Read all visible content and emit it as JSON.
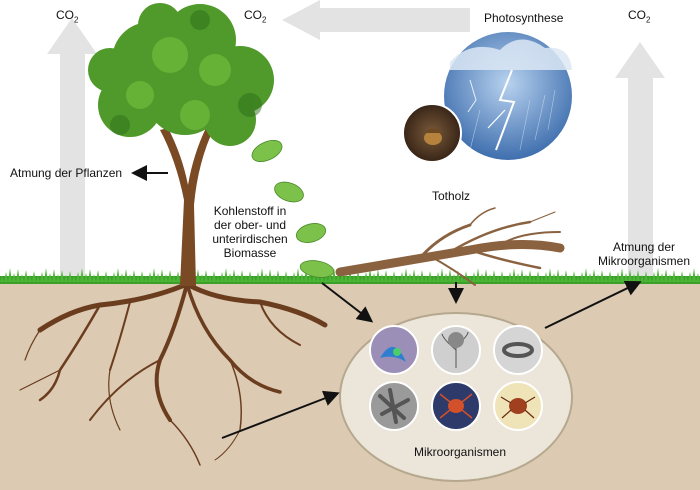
{
  "co2": {
    "main": "CO",
    "sub": "2"
  },
  "labels": {
    "photosynthese": "Photosynthese",
    "atmung_pflanzen": "Atmung der Pflanzen",
    "kohlenstoff_line1": "Kohlenstoff in",
    "kohlenstoff_line2": "der ober- und",
    "kohlenstoff_line3": "unterirdischen",
    "kohlenstoff_line4": "Biomasse",
    "totholz": "Totholz",
    "atmung_mikro_line1": "Atmung der",
    "atmung_mikro_line2": "Mikroorganismen",
    "mikroorganismen": "Mikroorganismen"
  },
  "colors": {
    "sky": "#ffffff",
    "soil": "#dccab2",
    "grass": "#3aa02a",
    "tree_leaves": "#4f9a2a",
    "trunk": "#7a4a24",
    "roots": "#6b3d1f",
    "arrow_gray": "#e3e3e3",
    "ellipse_fill": "#ece6da",
    "ellipse_stroke": "#b5a88e",
    "storm_circle": "#6f9ad0"
  },
  "microbes": [
    {
      "name": "microbe-blue-cell-icon",
      "bg": "#9b8fb8"
    },
    {
      "name": "microbe-fungus-icon",
      "bg": "#cfcfcf"
    },
    {
      "name": "microbe-ring-icon",
      "bg": "#d5d5d5"
    },
    {
      "name": "microbe-bacteria-rods-icon",
      "bg": "#9a9a9a"
    },
    {
      "name": "microbe-red-mite-icon",
      "bg": "#2e3a6a"
    },
    {
      "name": "microbe-mite-icon",
      "bg": "#efe3b8"
    }
  ]
}
